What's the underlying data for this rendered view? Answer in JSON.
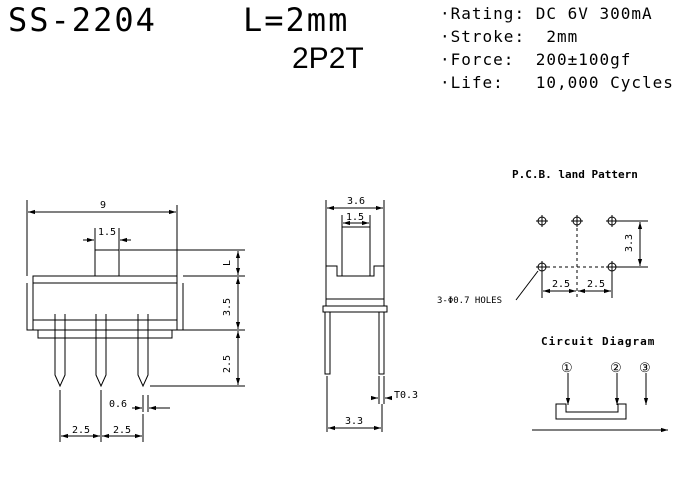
{
  "header": {
    "model": "SS-2204",
    "length": "L=2mm",
    "pole": "2P2T"
  },
  "specs": [
    "Rating: DC 6V 300mA",
    "Stroke:  2mm",
    "Force:  200±100gf",
    "Life:   10,000 Cycles"
  ],
  "front_view": {
    "dim_total_width": "9",
    "dim_actuator": "1.5",
    "dim_l": "L",
    "dim_body": "3.5",
    "dim_pin_len": "2.5",
    "dim_pin_w": "0.6",
    "dim_pitch_1": "2.5",
    "dim_pitch_2": "2.5"
  },
  "side_view": {
    "dim_width": "3.6",
    "dim_actuator": "1.5",
    "dim_thick": "T0.3",
    "dim_pin_span": "3.3"
  },
  "pcb": {
    "title": "P.C.B. land Pattern",
    "dim_vertical": "3.3",
    "dim_h1": "2.5",
    "dim_h2": "2.5",
    "holes_label": "3-Φ0.7 HOLES"
  },
  "circuit": {
    "title": "Circuit Diagram",
    "pin_1": "①",
    "pin_2": "②",
    "pin_3": "③"
  }
}
